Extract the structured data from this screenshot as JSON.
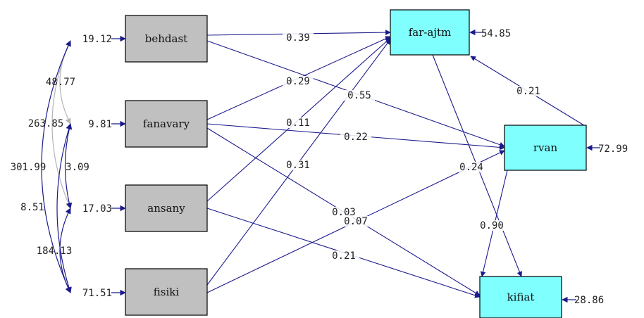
{
  "colors": {
    "observed_fill": "#c0c0c0",
    "latent_fill": "#80ffff",
    "arrow": "#1a1a8c",
    "covariance": "#b4b4b4"
  },
  "exogenous": [
    {
      "id": "behdast",
      "label": "behdast",
      "error": "19.12"
    },
    {
      "id": "fanavary",
      "label": "fanavary",
      "error": "9.81"
    },
    {
      "id": "ansany",
      "label": "ansany",
      "error": "17.03"
    },
    {
      "id": "fisiki",
      "label": "fisiki",
      "error": "71.51"
    }
  ],
  "endogenous": [
    {
      "id": "far-ajtm",
      "label": "far-ajtm",
      "error": "54.85"
    },
    {
      "id": "rvan",
      "label": "rvan",
      "error": "72.99"
    },
    {
      "id": "kifiat",
      "label": "kifiat",
      "error": "28.86"
    }
  ],
  "covariances": [
    {
      "from": "behdast",
      "to": "fanavary",
      "value": "48.77"
    },
    {
      "from": "behdast",
      "to": "ansany",
      "value": "263.85"
    },
    {
      "from": "behdast",
      "to": "fisiki",
      "value": "301.99"
    },
    {
      "from": "fanavary",
      "to": "ansany",
      "value": "3.09"
    },
    {
      "from": "fanavary",
      "to": "fisiki",
      "value": "8.51"
    },
    {
      "from": "ansany",
      "to": "fisiki",
      "value": "184.13"
    }
  ],
  "paths": [
    {
      "from": "behdast",
      "to": "far-ajtm",
      "value": "0.39"
    },
    {
      "from": "behdast",
      "to": "rvan",
      "value": "0.55"
    },
    {
      "from": "fanavary",
      "to": "far-ajtm",
      "value": "0.29"
    },
    {
      "from": "fanavary",
      "to": "rvan",
      "value": "0.22"
    },
    {
      "from": "fanavary",
      "to": "kifiat",
      "value": "0.31"
    },
    {
      "from": "ansany",
      "to": "far-ajtm",
      "value": "0.11"
    },
    {
      "from": "ansany",
      "to": "kifiat",
      "value": "0.21"
    },
    {
      "from": "fisiki",
      "to": "far-ajtm",
      "value": "0.07"
    },
    {
      "from": "fisiki",
      "to": "rvan",
      "value": "0.03"
    },
    {
      "from": "far-ajtm",
      "to": "kifiat",
      "value": "0.24"
    },
    {
      "from": "rvan",
      "to": "far-ajtm",
      "value": "0.21"
    },
    {
      "from": "rvan",
      "to": "kifiat",
      "value": "0.90"
    }
  ]
}
